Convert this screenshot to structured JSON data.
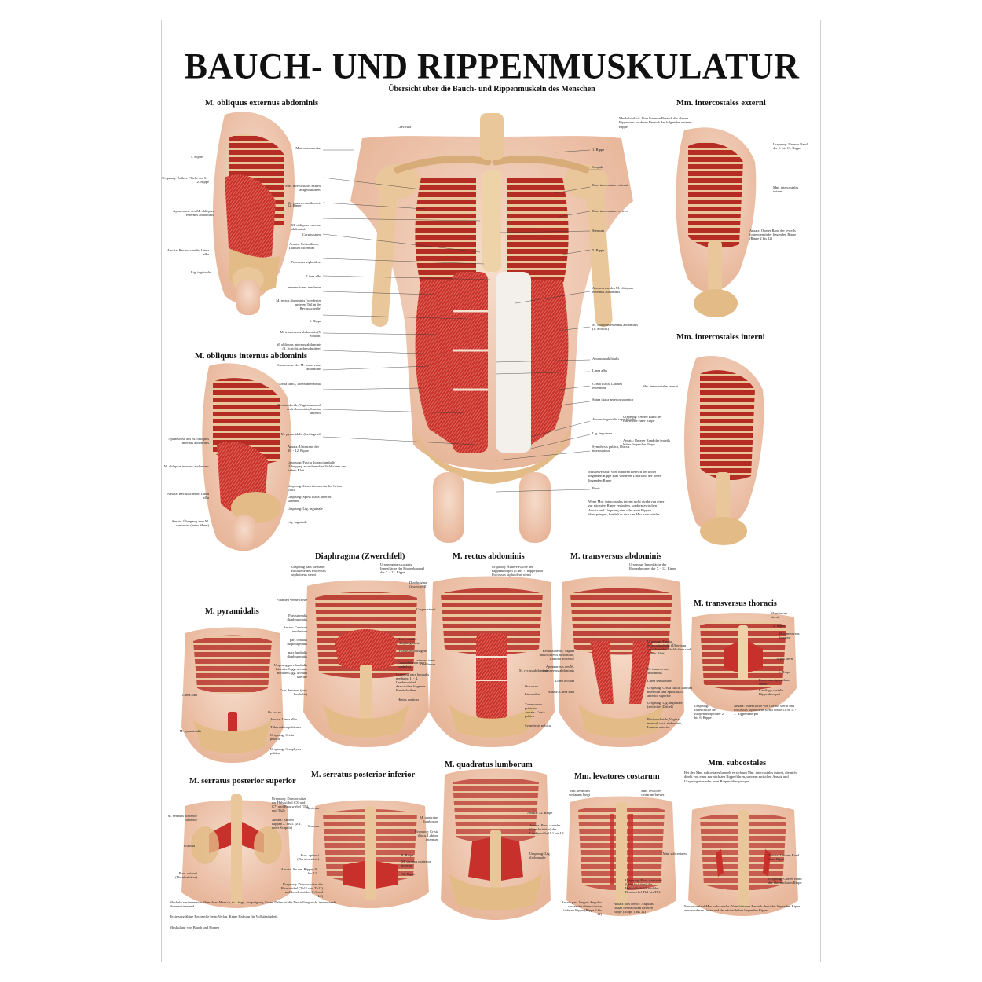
{
  "title": "BAUCH- UND RIPPENMUSKULATUR",
  "subtitle": "Übersicht über die Bauch- und Rippenmuskeln des Menschen",
  "colors": {
    "muscle": "#c8302b",
    "muscle_light": "#e06a55",
    "bone": "#e9c79a",
    "bone_dark": "#b8895a",
    "skin": "#f1d2bd",
    "aponeurosis": "#f4f4f4",
    "ink": "#111111"
  },
  "panels": {
    "obl_ext": {
      "title": "M. obliquus externus abdominis",
      "labels": [
        "5. Rippe",
        "Ursprung: Äußere Fläche der 5. - 12. Rippe",
        "12. Rippe",
        "Aponeurose des M. obliquus externus abdominis",
        "M. obliquus externus abdominis",
        "Ansatz: Rectusscheide, Linea alba",
        "Ansatz: Crista iliaca, Labium externum",
        "Lig. inguinale"
      ]
    },
    "central": {
      "labels_left": [
        "Musculus serratus",
        "Mm. intercostales externi (aufgeschnitten)",
        "M. transversus thoracis",
        "Corpus sterni",
        "Processus xiphoideus",
        "Linea alba",
        "Intersectiones tendineae",
        "M. rectus abdominis (wieder im unteren Teil in der Rectusscheide)",
        "5. Rippe",
        "M. transversus abdominis (5. Schicht)",
        "M. obliquus internus abdominis (3. Schicht, aufgeschnitten)",
        "Aponeurose des M. transversus abdominis",
        "Crista iliaca, Linea intermedia",
        "Rectusscheide, Vagina musculi recti abdominis, Lamina anterior",
        "M. pyramidalis (freiliegend)"
      ],
      "labels_right": [
        "Clavicula",
        "1. Rippe",
        "Scapula",
        "Mm. intercostales interni",
        "Mm. intercostales externi",
        "Sternum",
        "5. Rippe",
        "Aponeurose des M. obliquus externus abdominis",
        "M. obliquus externus abdominis (1. Schicht)",
        "Anulus umbilicalis",
        "Linea alba",
        "Crista iliaca, Labium externum",
        "Spina iliaca anterior superior",
        "Anulus inguinalis superficialis",
        "Lig. inguinale",
        "Symphysis pubica, Discus interpubicus",
        "Penis"
      ]
    },
    "ic_ext": {
      "title": "Mm. intercostales externi",
      "note": "Muskelverlauf: Vom hinteren Bereich der oberen Rippe zum vorderen Bereich der folgenden unteren Rippe.",
      "labels": [
        "Ursprung: Unterer Rand der 1. bis 11. Rippe",
        "Mm. intercostales externi",
        "Ansatz: Oberer Rand der jeweils folgenden tiefer liegenden Rippe (Rippe 2 bis 12)"
      ]
    },
    "ic_int": {
      "title": "Mm. intercostales interni",
      "labels": [
        "Mm. intercostales interni",
        "Ursprung: Oberer Rand der Innenseite einer Rippe",
        "Ansatz: Unterer Rand der jeweils höher liegenden Rippe"
      ],
      "note1": "Muskelverlauf: Vom hinteren Bereich der höher liegenden Rippe zum vorderen Unterrand der tiefer liegenden Rippe",
      "note2": "Wenn Mm. intercostales interni nicht direkt von einer zur nächsten Rippe verlaufen, sondern zwischen Ansatz und Ursprung eine oder zwei Rippen überspringen, handelt es sich um Mm. subcostales"
    },
    "obl_int": {
      "title": "M. obliquus internus abdominis",
      "labels_left": [
        "Aponeurose des M. obliquus internus abdominis",
        "M. obliquus internus abdominis",
        "Ansatz: Rectusscheide, Linea alba",
        "Ansatz: Übergang zum M. cremaster (beim Mann)"
      ],
      "labels_right": [
        "Ansatz: Unterrand der 10. - 12. Rippe",
        "Ursprung: Fascia thoracolumbalis (Übergang zwischen oberflächlichem und tiefem Blatt",
        "Ursprung: Linea intermedia der Crista iliaca",
        "Ursprung: Spina iliaca anterior superior",
        "Ursprung: Lig. inguinale",
        "Lig. inguinale"
      ]
    },
    "diaphragma": {
      "title": "Diaphragma (Zwerchfell)",
      "labels_left": [
        "Ursprung pars sternalis: Rückseite des Processus xiphoideus sterni",
        "Foramen venae cavae",
        "Pars sternalis diaphragmatis",
        "Ansatz: Centrum tendineum",
        "pars costalis diaphragmatis",
        "pars lumbalis diaphragmatis",
        "Ursprung pars lumbalis lateralis: Ligg. arcuata mediale Ligg. arcuata laterale",
        "Crus dextrum (pars lumbalis)"
      ],
      "labels_right": [
        "Ursprung pars costalis: Innenfläche der Rippenknorpel der 7. - 12. Rippe",
        "Diaphragma (Zwerchfell)",
        "Pars costalis diaphragmatis",
        "Hiatus oesophageus",
        "Crus sinistrum (pars lumbalis)",
        "Ursprung pars lumbalis medialis: 1. - 4. Lendenwirbel, dazwischen liegende Bandscheiben",
        "Hiatus aorticus"
      ]
    },
    "rectus": {
      "title": "M. rectus abdominis",
      "labels": [
        "Ursprung: Äußere Fläche der Rippenknorpel (5. bis 7. Rippe) und Processus xiphoideus sterni",
        "Corpus sterni",
        "Intersectiones tendineae",
        "M. rectus abdominis",
        "Os coxae",
        "Linea alba",
        "Tuberculum pubicum",
        "Ansatz: Crista pubica",
        "Symphysis pubica"
      ]
    },
    "transversus": {
      "title": "M. transversus abdominis",
      "labels_left": [
        "Rectusscheide, Vagina musculi recti abdominis, Lamina posterior",
        "Aponeurosis des M. transversus abdominis",
        "Linea arcuata",
        "Ansatz: Linea alba"
      ],
      "labels_right": [
        "Ursprung: Innenfläche der Rippenknorpel der 7. - 12. Rippe",
        "Ursprung: Fascia thoracolumbalis (Übergang zwischen oberflächlichem und tiefem Blatt)",
        "M. transversus abdominis",
        "Linea semilunaris",
        "Ursprung: Crista iliaca, Labium internum und Spina iliaca anterior superior",
        "Ursprung: Lig. inguinale (seitliches Drittel)",
        "Rectusscheide, Vagina musculi recti abdominis, Lamina anterior"
      ]
    },
    "pyramidalis": {
      "title": "M. pyramidalis",
      "labels_left": [
        "Linea alba",
        "M. pyramidalis"
      ],
      "labels_right": [
        "Os coxae",
        "Ansatz: Linea alba",
        "Tuberculum pubicum",
        "Ursprung: Crista pubica",
        "Ursprung: Symphysis pubica"
      ]
    },
    "trans_thor": {
      "title": "M. transversus thoracis",
      "labels": [
        "Manubrium sterni",
        "2. Rippe",
        "M. transversus thoracis",
        "Corpus sterni",
        "6. Rippe",
        "Processus xiphoideus sterni",
        "Cartilago costalis Rippenknorpel",
        "Ursprung: Innenfläche der Rippenknorpel der 2. bis 6. Rippe",
        "Ansatz: Innenfläche von Corpus sterni und Processus xiphoideus sterni sowie i.d.R. 4. - 7. Rippenknorpel"
      ]
    },
    "serr_sup": {
      "title": "M. serratus posterior superior",
      "labels": [
        "M. serratus posterior superior",
        "Ursprung: Dornfortsätze der Halswirbel (C6 und C7) und Brustwirbel (Th1 und Th2)",
        "Ansatz: An den Rippen 2. bis 5. (z.T. unter Scapula)",
        "Scapula",
        "Proc. spinosi (Dornfortsätze)"
      ],
      "notes": [
        "Muskeln variieren von Mensch zu Mensch, in Länge, Ausprägung, Form. Daher ist die Darstellung nicht immer exakt übereinstimmend.",
        "Texte sorgfältige Recherche beim Verlag. Keine Haftung für Vollständigkeit.",
        "Muskulatur von Bauch und Rippen"
      ]
    },
    "serr_inf": {
      "title": "M. serratus posterior inferior",
      "labels": [
        "Clavicula",
        "Scapula",
        "Proc. spinosi (Dornfortsätze)",
        "Ansatz: An den Rippen 9. bis 12.",
        "Ursprung: Dornfortsätze der Brustwirbel (Th11 und Th12) und Lendenwirbel (L1 und L2)",
        "9. Rippe",
        "M. serratus posterior inferior",
        "12. Rippe"
      ]
    },
    "quadratus": {
      "title": "M. quadratus lumborum",
      "labels": [
        "M. quadratus lumborum",
        "Ursprung: Crista iliaca, Labium internum",
        "Ansatz: 12. Rippe",
        "Ansatz: Proc. costales (Querfortsätze) der Lendenwirbel L1 bis L4",
        "Ursprung: Lig. iliolumbale"
      ]
    },
    "lev_cost": {
      "title": "Mm. levatores costarum",
      "labels": [
        "Mm. levatores costarum breves",
        "Mm. levatores costarum longi",
        "Ursprung: Proc. transversi (Querfortsätze) des Halswirbels C7 und der Brustwirbel Th1 bis Th11",
        "Ansatz pars longus: Angulus costae der übernächsten tieferen Rippe (Rippe 2 bis 12)",
        "Ansatz pars brevis: Angulus costae der nächsten tieferen Rippe (Rippe 1 bis 12)"
      ]
    },
    "subcost": {
      "title": "Mm. subcostales",
      "note1": "Bei den Mm. subcostales handelt es sich um Mm. intercostales interni, die nicht direkt von einer zur nächsten Rippe führen, sondern zwischen Ansatz und Ursprung eine oder zwei Rippen überspringen.",
      "labels": [
        "Mm. subcostales",
        "Ansatz: Unterer Rand einer Rippe",
        "Ursprung: Oberer Rand der übernächsten Rippe"
      ],
      "note2": "Muskelverlauf Mm. subcostales: Vom hinteren Bereich der tiefer liegenden Rippe zum vorderen Unterrand der nächst höher liegenden Rippe"
    }
  }
}
